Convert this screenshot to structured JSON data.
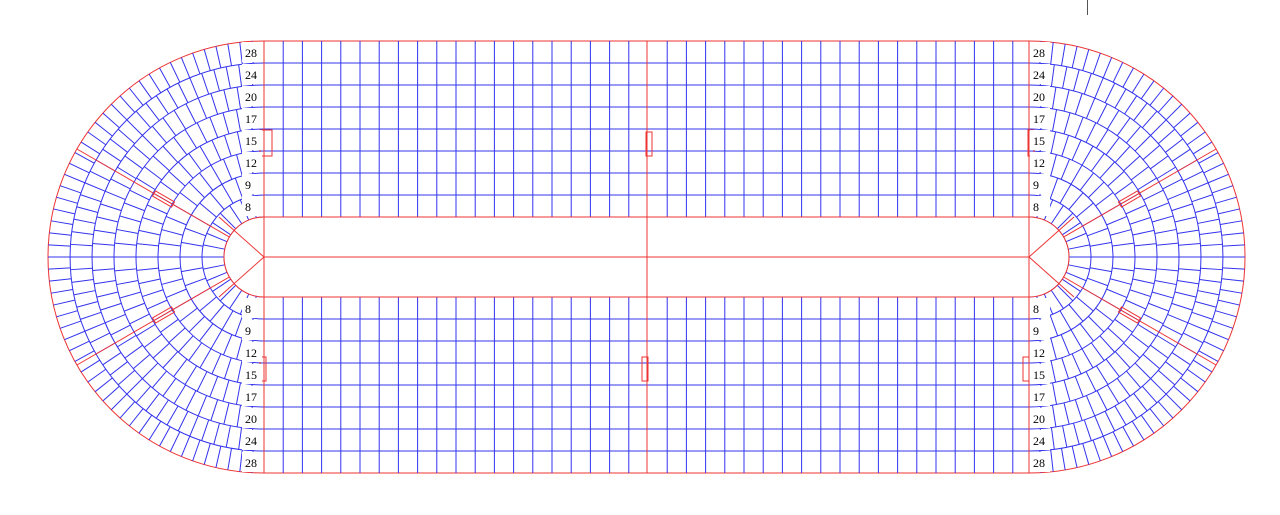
{
  "colors": {
    "grid": "#3333ee",
    "outline": "#ee3333",
    "background": "#ffffff",
    "text": "#000000"
  },
  "labels_top": [
    "28",
    "24",
    "20",
    "17",
    "15",
    "12",
    "9",
    "8"
  ],
  "labels_bottom": [
    "8",
    "9",
    "12",
    "15",
    "17",
    "20",
    "24",
    "28"
  ]
}
